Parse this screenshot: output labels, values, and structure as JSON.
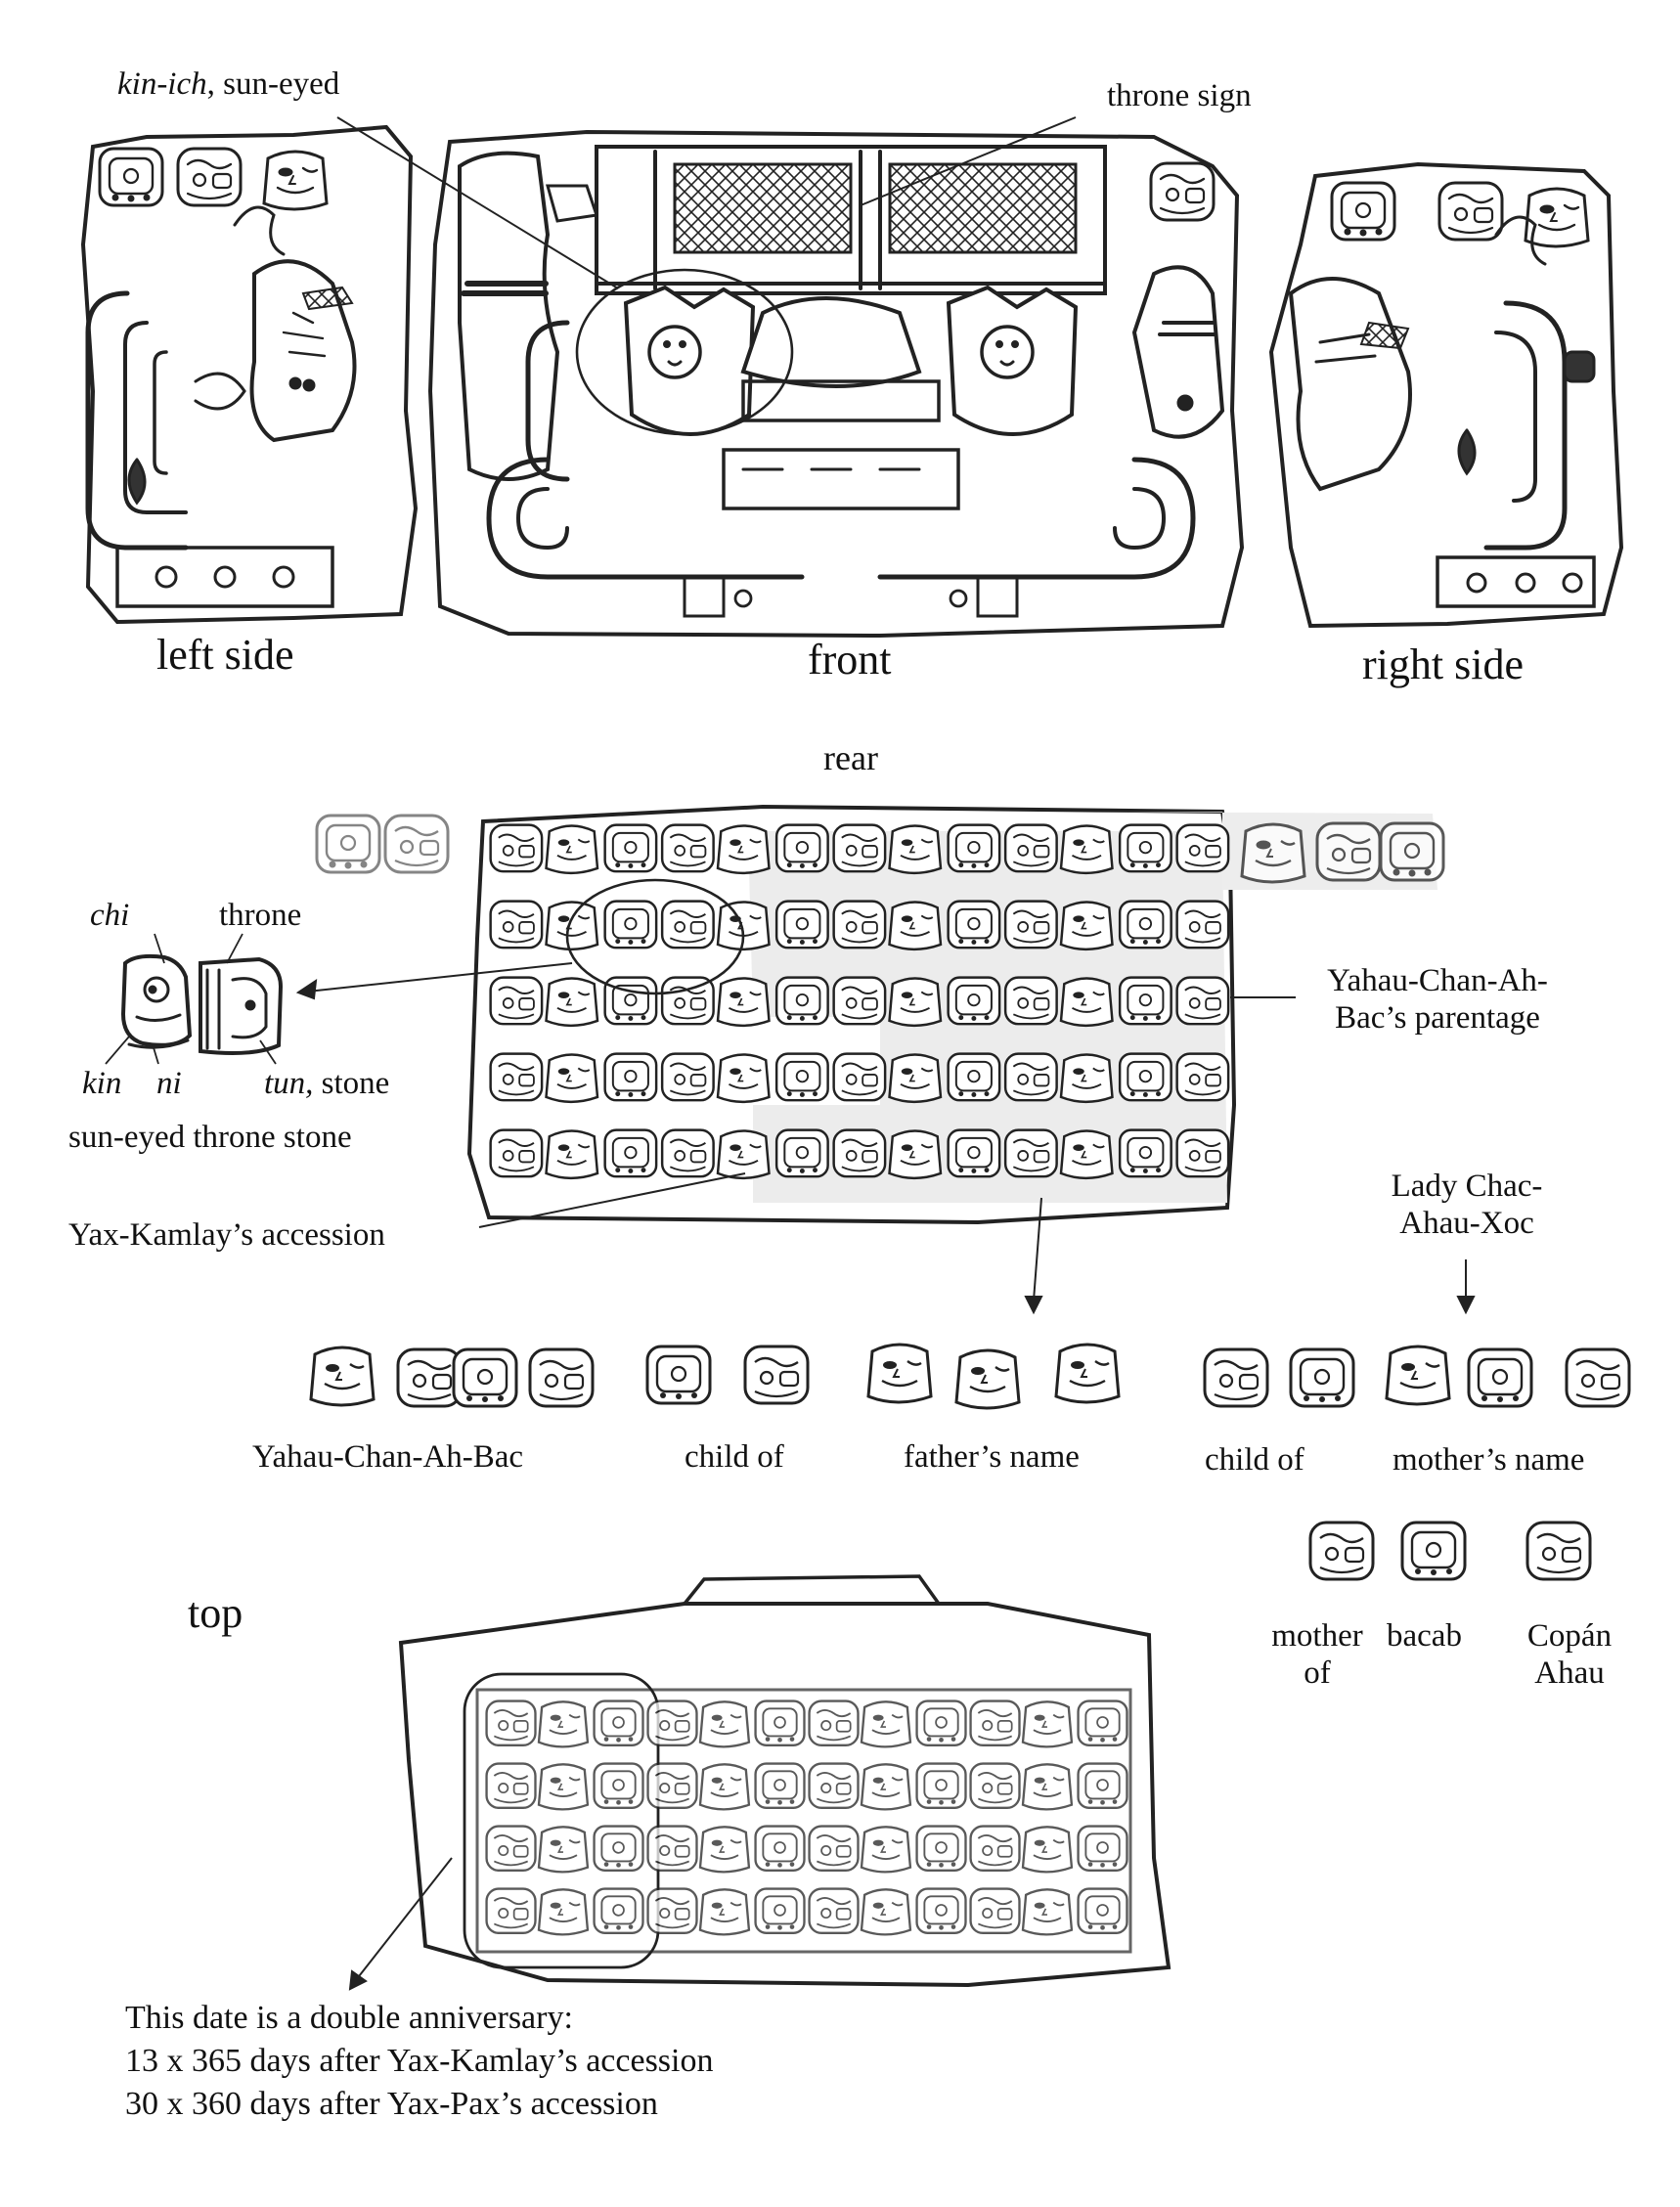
{
  "labels": {
    "kin_ich_italic": "kin-ich",
    "kin_ich_rest": ", sun-eyed",
    "throne_sign": "throne sign",
    "left_side": "left side",
    "front": "front",
    "right_side": "right side",
    "rear": "rear",
    "chi": "chi",
    "throne": "throne",
    "kin": "kin",
    "ni": "ni",
    "tun_italic": "tun,",
    "stone": "stone",
    "sun_eyed_throne_stone": "sun-eyed throne stone",
    "yax_kamlay_accession": "Yax-Kamlay’s accession",
    "parentage_line1": "Yahau-Chan-Ah-",
    "parentage_line2": "Bac’s parentage",
    "lady_line1": "Lady Chac-",
    "lady_line2": "Ahau-Xoc",
    "yahau_chan_ah_bac": "Yahau-Chan-Ah-Bac",
    "child_of_1": "child of",
    "fathers_name": "father’s name",
    "child_of_2": "child of",
    "mothers_name": "mother’s name",
    "mother_of_line1": "mother",
    "mother_of_line2": "of",
    "bacab": "bacab",
    "copan_line1": "Copán",
    "copan_line2": "Ahau",
    "top": "top"
  },
  "note": {
    "line1": "This date is a double anniversary:",
    "line2": "13 x 365 days after Yax-Kamlay’s accession",
    "line3": "30 x 360 days after Yax-Pax’s accession"
  }
}
